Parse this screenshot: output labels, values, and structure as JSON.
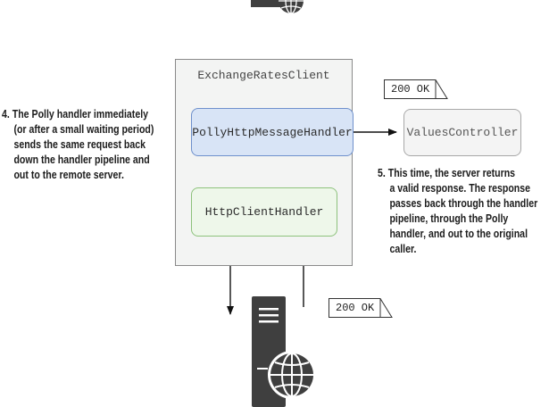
{
  "client": {
    "title": "ExchangeRatesClient"
  },
  "handlers": {
    "polly": "PollyHttpMessageHandler",
    "httpclient": "HttpClientHandler"
  },
  "values_controller": "ValuesController",
  "tags": {
    "top": "200 OK",
    "bottom": "200 OK"
  },
  "notes": {
    "step4": [
      "4. The Polly handler immediately",
      "(or after a small waiting period)",
      "sends the same request back",
      "down the handler pipeline and",
      "out to the remote server."
    ],
    "step5": [
      "5. This time, the server returns",
      "a valid response. The response",
      "passes back through the handler",
      "pipeline, through the Polly",
      "handler, and out to the original",
      "caller."
    ]
  },
  "icons": {
    "server_top": "server-globe-icon",
    "server_bottom": "server-globe-icon"
  },
  "colors": {
    "polly_fill": "#d8e4f6",
    "polly_border": "#6e90cc",
    "http_fill": "#eef7ea",
    "http_border": "#8dc27c",
    "server": "#3f3f3f"
  }
}
